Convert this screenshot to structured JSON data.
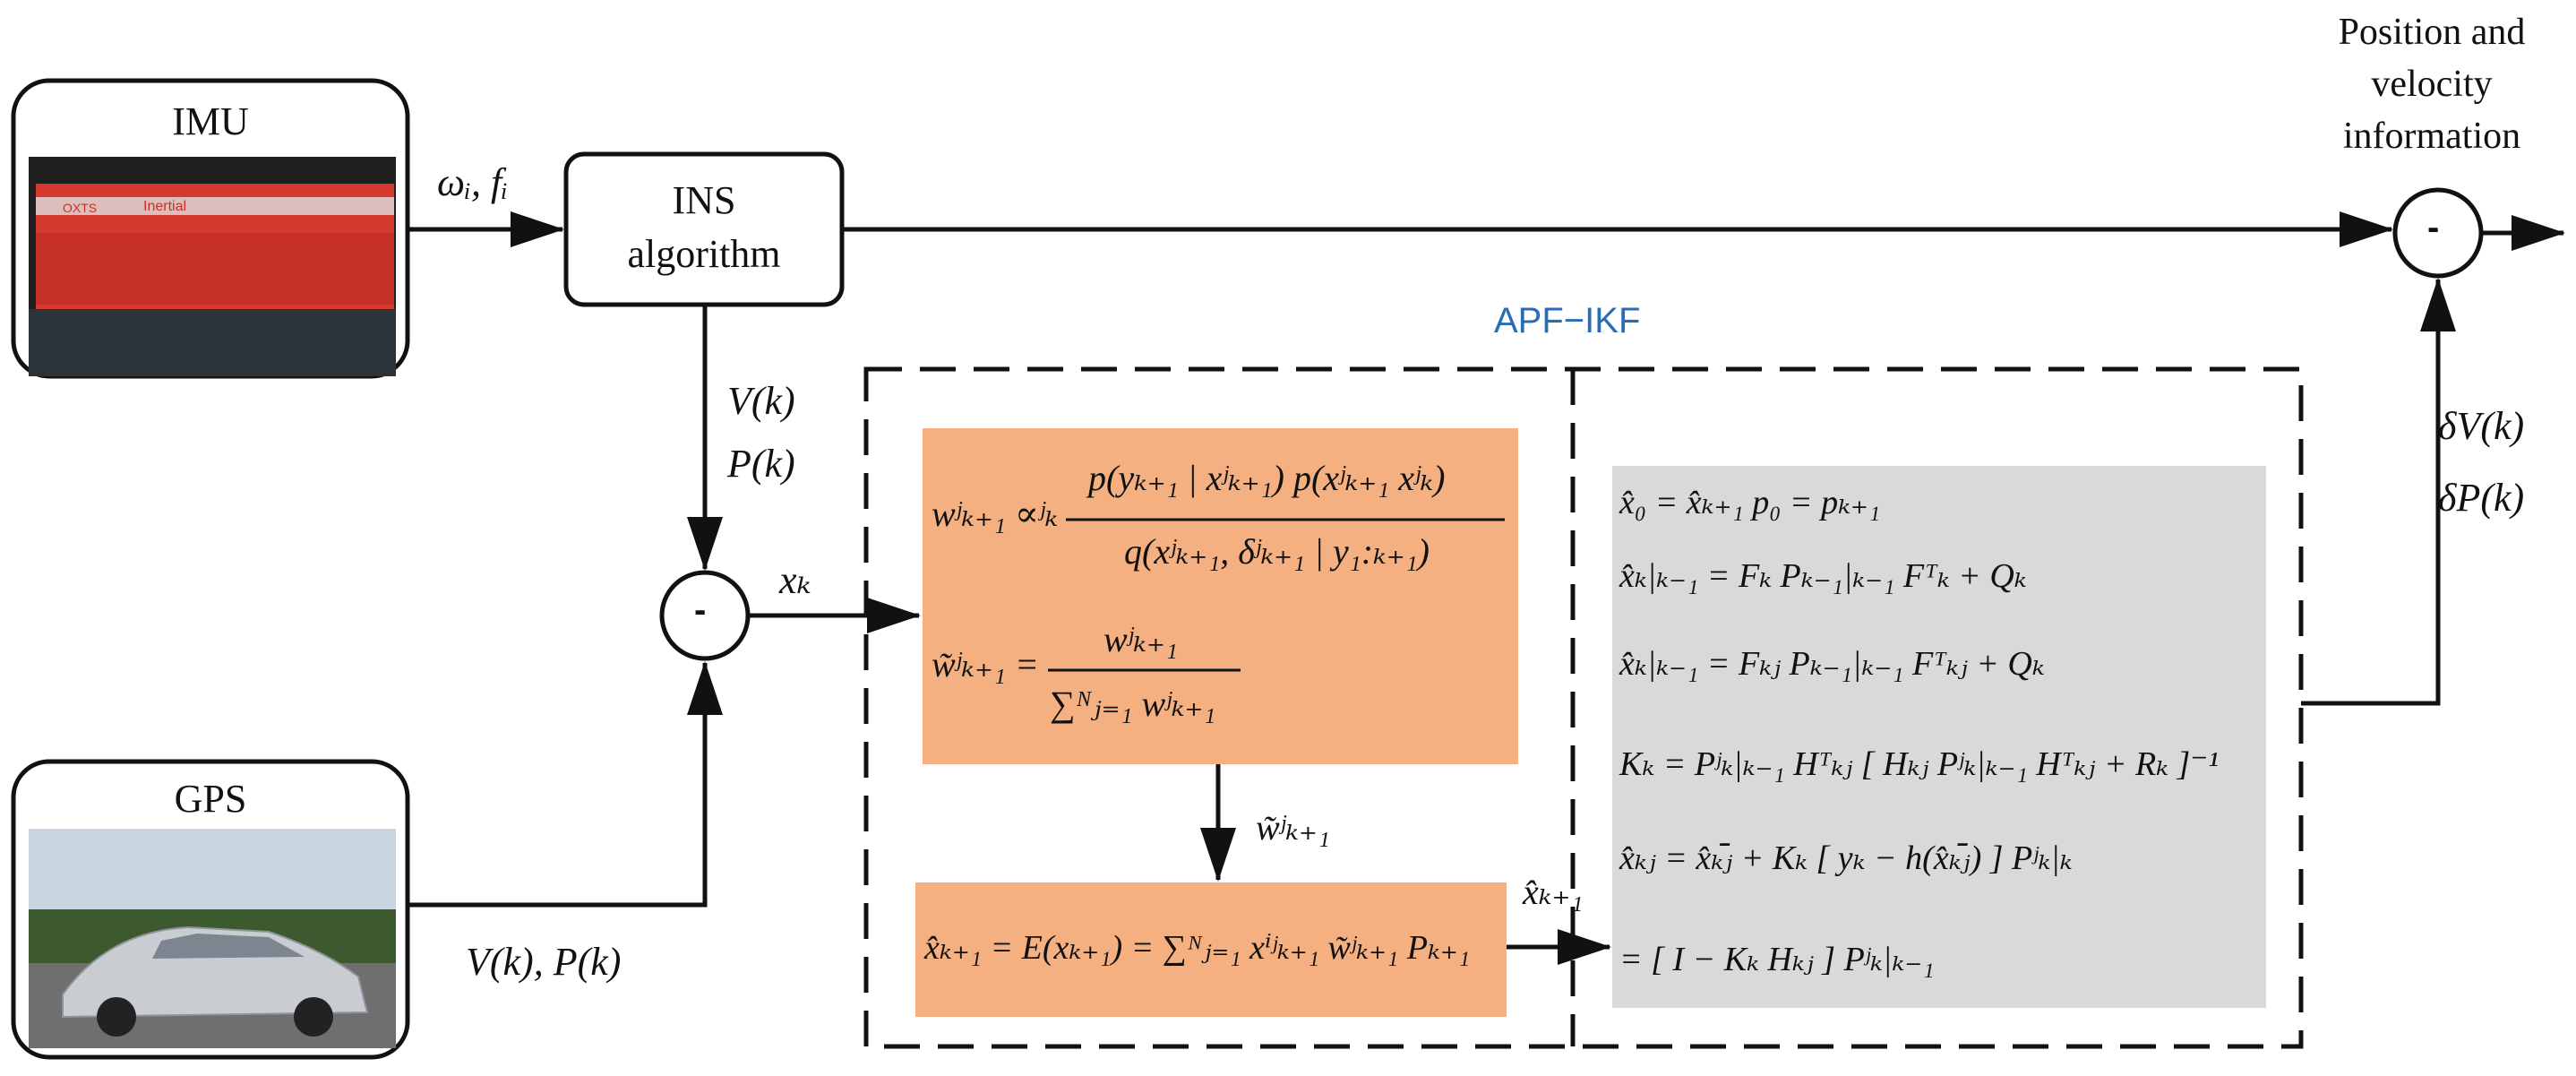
{
  "blocks": {
    "imu": "IMU",
    "gps": "GPS",
    "ins_line1": "INS",
    "ins_line2": "algorithm",
    "minus": "-"
  },
  "labels": {
    "imu_out": "ωᵢ, fᵢ",
    "ins_out_v": "V(k)",
    "ins_out_p": "P(k)",
    "gps_out": "V(k), P(k)",
    "xk": "xₖ",
    "w_tilde": "w̃ʲₖ₊₁",
    "x_hat": "x̂ₖ₊₁",
    "delta_v": "δV(k)",
    "delta_p": "δP(k)",
    "output_line1": "Position and",
    "output_line2": "velocity",
    "output_line3": "information",
    "apf_title": "APF−IKF"
  },
  "orange_top": {
    "eq1_lhs": "wʲₖ₊₁ ∝ʲₖ",
    "eq1_num": "p(yₖ₊₁ | xʲₖ₊₁) p(xʲₖ₊₁ xʲₖ)",
    "eq1_den": "q(xʲₖ₊₁, δʲₖ₊₁ | y₁:ₖ₊₁)",
    "eq2_lhs": "w̃ʲₖ₊₁ =",
    "eq2_num": "wʲₖ₊₁",
    "eq2_den": "∑ᴺⱼ₌₁ wʲₖ₊₁"
  },
  "orange_bottom": {
    "eq": "x̂ₖ₊₁ = E(xₖ₊₁) = ∑ᴺⱼ₌₁ xⁱʲₖ₊₁ w̃ʲₖ₊₁ Pₖ₊₁"
  },
  "gray_box": {
    "eq1": "x̂₀ = x̂ₖ₊₁ p₀ = pₖ₊₁",
    "eq2": "x̂ₖ|ₖ₋₁ = Fₖ Pₖ₋₁|ₖ₋₁ Fᵀₖ + Qₖ",
    "eq3": "x̂ₖ|ₖ₋₁ = Fₖⱼ Pₖ₋₁|ₖ₋₁ Fᵀₖⱼ + Qₖ",
    "eq4": "Kₖ = Pʲₖ|ₖ₋₁ Hᵀₖⱼ [ Hₖⱼ Pʲₖ|ₖ₋₁ Hᵀₖⱼ + Rₖ ]⁻¹",
    "eq5": "x̂ₖⱼ = x̂ₖⱼ̄ + Kₖ [ yₖ − h(x̂ₖⱼ̄) ] Pʲₖ|ₖ",
    "eq6": "= [ I − Kₖ Hₖⱼ ] Pʲₖ|ₖ₋₁"
  },
  "colors": {
    "orange": "#f5b081",
    "gray": "#d9d9d9",
    "apf_title": "#2a6db5",
    "stroke": "#111111"
  }
}
